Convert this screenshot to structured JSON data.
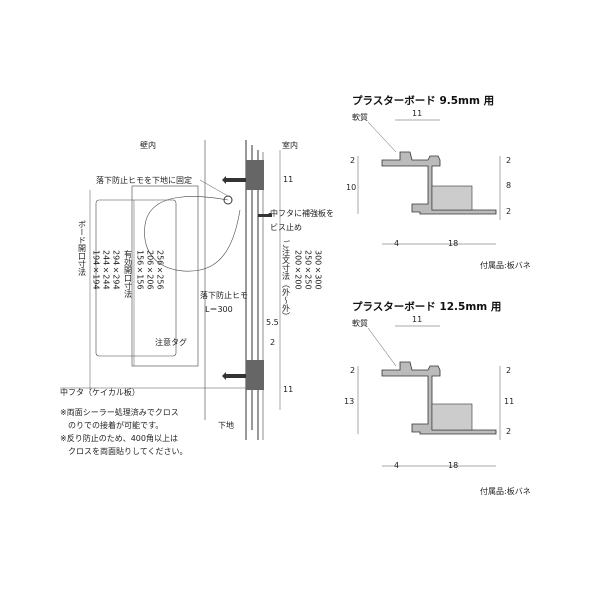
{
  "left": {
    "wall_inside": "壁内",
    "room_inside": "室内",
    "substrate": "下地",
    "fall_string_fix": "落下防止ヒモを下地に固定",
    "reinforce_line1": "中フタに補強板を",
    "reinforce_line2": "ビス止め",
    "board_opening_size": "ボード開口寸法",
    "board_sizes": [
      "194×194",
      "244×244",
      "294×294"
    ],
    "effective_opening": "有効開口寸法",
    "effective_sizes": [
      "156×156",
      "206×206",
      "256×256"
    ],
    "order_size": "ご注文寸法（外〜外）",
    "order_sizes": [
      "200×200",
      "250×250",
      "300×300"
    ],
    "fall_string": "落下防止ヒモ",
    "string_length": "L＝300",
    "caution_tag": "注意タグ",
    "inner_lid": "中フタ（ケイカル板）",
    "dim_11_top": "11",
    "dim_5_5": "5.5",
    "dim_2": "2",
    "dim_11_bottom": "11",
    "notes": [
      "※両面シーラー処理済みでクロス",
      "　のりでの接着が可能です。",
      "※反り防止のため、400角以上は",
      "　クロスを両面貼りしてください。"
    ]
  },
  "profile_95": {
    "title": "プラスターボード 9.5mm 用",
    "soft_material": "軟質",
    "dims": {
      "top_11": "11",
      "left_2": "2",
      "left_10": "10",
      "right_2a": "2",
      "right_8": "8",
      "right_2b": "2",
      "bottom_4": "4",
      "bottom_18": "18"
    },
    "accessory": "付属品:板バネ"
  },
  "profile_125": {
    "title": "プラスターボード 12.5mm 用",
    "soft_material": "軟質",
    "dims": {
      "top_11": "11",
      "left_2": "2",
      "left_13": "13",
      "right_2a": "2",
      "right_11": "11",
      "right_2b": "2",
      "bottom_4": "4",
      "bottom_18": "18"
    },
    "accessory": "付属品:板バネ"
  }
}
